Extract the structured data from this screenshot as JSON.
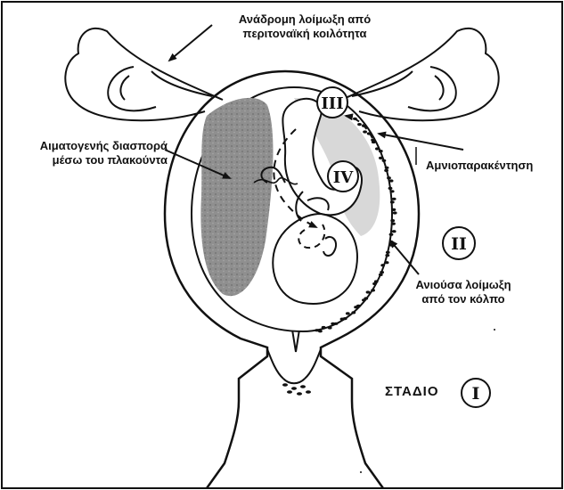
{
  "labels": {
    "retrograde_line1": "Ανάδρομη λοίμωξη από",
    "retrograde_line2": "περιτοναϊκή κοιλότητα",
    "hematogenous_line1": "Αιματογενής διασπορά",
    "hematogenous_line2": "μέσω του πλακούντα",
    "amnio": "Αμνιοπαρακέντηση",
    "ascending_line1": "Ανιούσα λοίμωξη",
    "ascending_line2": "από τον κόλπο",
    "stage_word": "ΣΤΑΔΙΟ"
  },
  "stages": {
    "i": "I",
    "ii": "II",
    "iii": "III",
    "iv": "IV"
  },
  "colors": {
    "ink": "#111111",
    "placenta": "#8a8a8a",
    "amnion_shade": "#cfcfcf",
    "background": "#ffffff"
  }
}
